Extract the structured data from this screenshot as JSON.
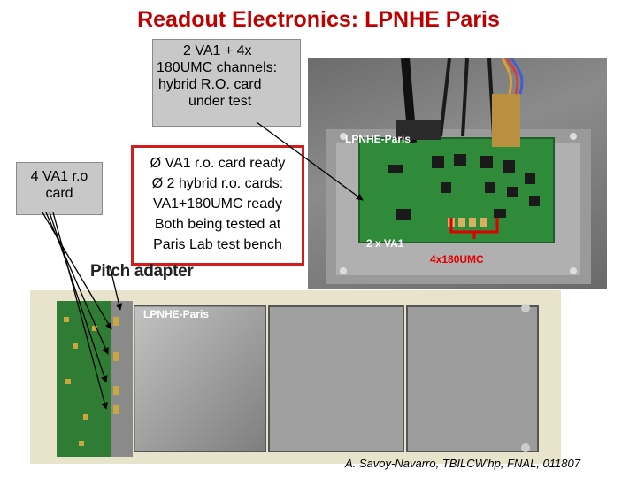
{
  "title": "Readout Electronics: LPNHE Paris",
  "hybrid_box": {
    "lines": [
      "2 VA1 + 4x",
      "180UMC channels:",
      "hybrid R.O. card",
      "under test"
    ]
  },
  "va1_box": {
    "lines": [
      "4 VA1 r.o",
      "card"
    ]
  },
  "status_box": {
    "lines": [
      "Ø VA1 r.o. card ready",
      "Ø 2 hybrid r.o. cards:",
      "VA1+180UMC ready",
      "Both being tested at",
      "Paris Lab test bench"
    ]
  },
  "pitch_adapter_label": "Pitch adapter",
  "board_photo": {
    "lab_label": "LPNHE-Paris",
    "va1_label": "2 x VA1",
    "umc_label": "4x180UMC"
  },
  "sensor_photo": {
    "lab_label": "LPNHE-Paris"
  },
  "credit": "A. Savoy-Navarro,   TBILCW'hp, FNAL, 011807",
  "colors": {
    "title": "#c00000",
    "status_border": "#d41c1c",
    "umc_label": "#e00000",
    "umc_brace": "#e00000"
  }
}
